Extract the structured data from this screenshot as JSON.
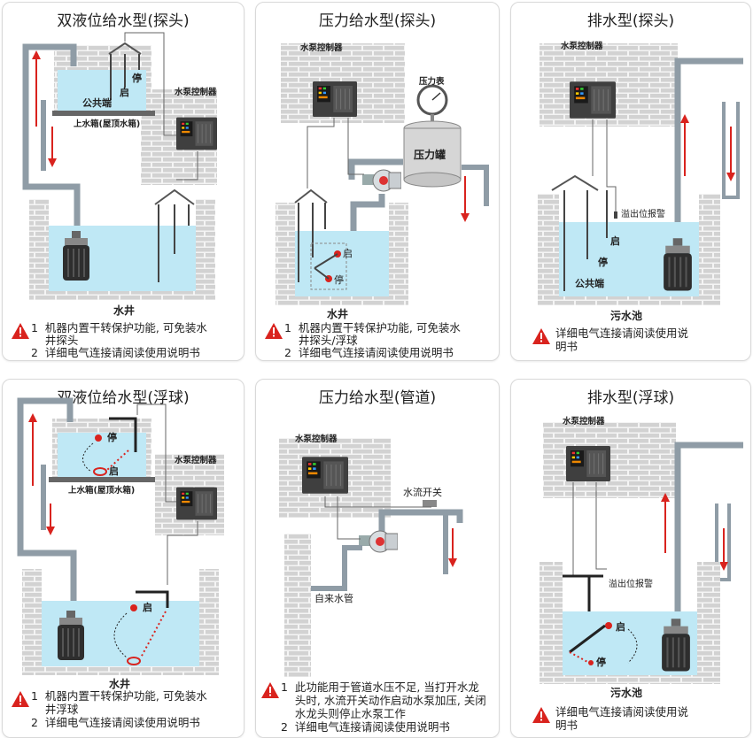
{
  "panels": [
    {
      "title": "双液位给水型(探头)",
      "labels": {
        "stop": "停",
        "start": "启",
        "common": "公共端",
        "tank": "上水箱(屋顶水箱)",
        "controller": "水泵控制器",
        "well": "水井"
      },
      "notes": [
        "1  机器内置干转保护功能, 可免装水",
        "    井探头",
        "2  详细电气连接请阅读使用说明书"
      ]
    },
    {
      "title": "压力给水型(探头)",
      "labels": {
        "controller": "水泵控制器",
        "gauge": "压力表",
        "tank": "压力罐",
        "start": "启",
        "stop": "停",
        "well": "水井"
      },
      "notes": [
        "1  机器内置干转保护功能, 可免装水",
        "    井探头/浮球",
        "2  详细电气连接请阅读使用说明书"
      ]
    },
    {
      "title": "排水型(探头)",
      "labels": {
        "controller": "水泵控制器",
        "overflow": "溢出位报警",
        "start": "启",
        "stop": "停",
        "common": "公共端",
        "pool": "污水池"
      },
      "notes": [
        "详细电气连接请阅读使用说",
        "明书"
      ]
    },
    {
      "title": "双液位给水型(浮球)",
      "labels": {
        "stop": "停",
        "start": "启",
        "tank": "上水箱(屋顶水箱)",
        "controller": "水泵控制器",
        "start2": "启",
        "well": "水井"
      },
      "notes": [
        "1  机器内置干转保护功能, 可免装水",
        "    井浮球",
        "2  详细电气连接请阅读使用说明书"
      ]
    },
    {
      "title": "压力给水型(管道)",
      "labels": {
        "controller": "水泵控制器",
        "switch": "水流开关",
        "inlet": "自来水管"
      },
      "notes": [
        "1  此功能用于管道水压不足, 当打开水龙",
        "    头时, 水流开关动作启动水泵加压, 关闭",
        "    水龙头则停止水泵工作",
        "2  详细电气连接请阅读使用说明书"
      ]
    },
    {
      "title": "排水型(浮球)",
      "labels": {
        "controller": "水泵控制器",
        "overflow": "溢出位报警",
        "start": "启",
        "stop": "停",
        "pool": "污水池"
      },
      "notes": [
        "详细电气连接请阅读使用说",
        "明书"
      ]
    }
  ],
  "colors": {
    "water": "#bfe8f5",
    "arrow": "#d9231e",
    "brick": "#cccccc",
    "pipe": "#8f9ca6",
    "controller": "#4a4a4a"
  }
}
